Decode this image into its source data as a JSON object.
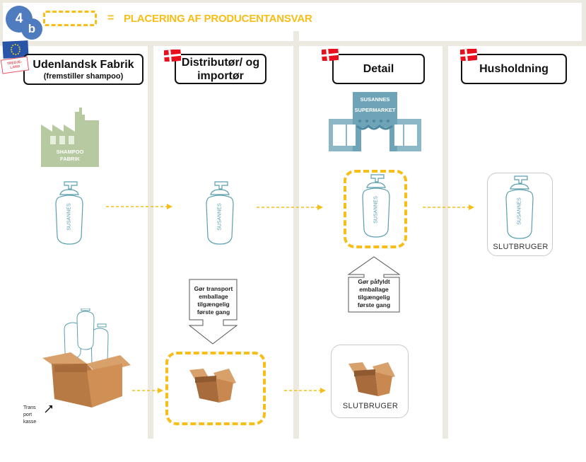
{
  "badge": {
    "number": "4",
    "letter": "b"
  },
  "legend": {
    "equals": "=",
    "text": "PLACERING AF PRODUCENTANSVAR"
  },
  "stickers": {
    "tredjeland_line1": "TREDJE-",
    "tredjeland_line2": "LAND"
  },
  "columns": [
    {
      "title": "Udenlandsk Fabrik",
      "subtitle": "(fremstiller shampoo)",
      "flag": "eu-flag"
    },
    {
      "title": "Distributør/ og",
      "subtitle": "importør",
      "flag": "danish-flag"
    },
    {
      "title": "Detail",
      "subtitle": "",
      "flag": "danish-flag"
    },
    {
      "title": "Husholdning",
      "subtitle": "",
      "flag": "danish-flag"
    }
  ],
  "factory": {
    "line1": "SHAMPOO",
    "line2": "FABRIK"
  },
  "store": {
    "line1": "SUSANNES",
    "line2": "SUPERMARKET"
  },
  "bottle_brand": "SUSANNES",
  "end_user_label": "SLUTBRUGER",
  "notes": {
    "transport": [
      "Gør transport",
      "emballage",
      "tilgængelig",
      "første gang"
    ],
    "filled": [
      "Gør påfyldt",
      "emballage",
      "tilgængelig",
      "første gang"
    ]
  },
  "transport_label": [
    "Trans",
    "port",
    "kasse"
  ],
  "colors": {
    "accent_yellow": "#f6be17",
    "badge_blue": "#4f7bbf",
    "flag_red": "#e8101c",
    "bottle_blue": "#5a9fb0",
    "factory_green": "#b7c9a0",
    "store_blue": "#6fa3b7",
    "box_brown": "#c9884f",
    "frame_beige": "#ece9e0"
  }
}
